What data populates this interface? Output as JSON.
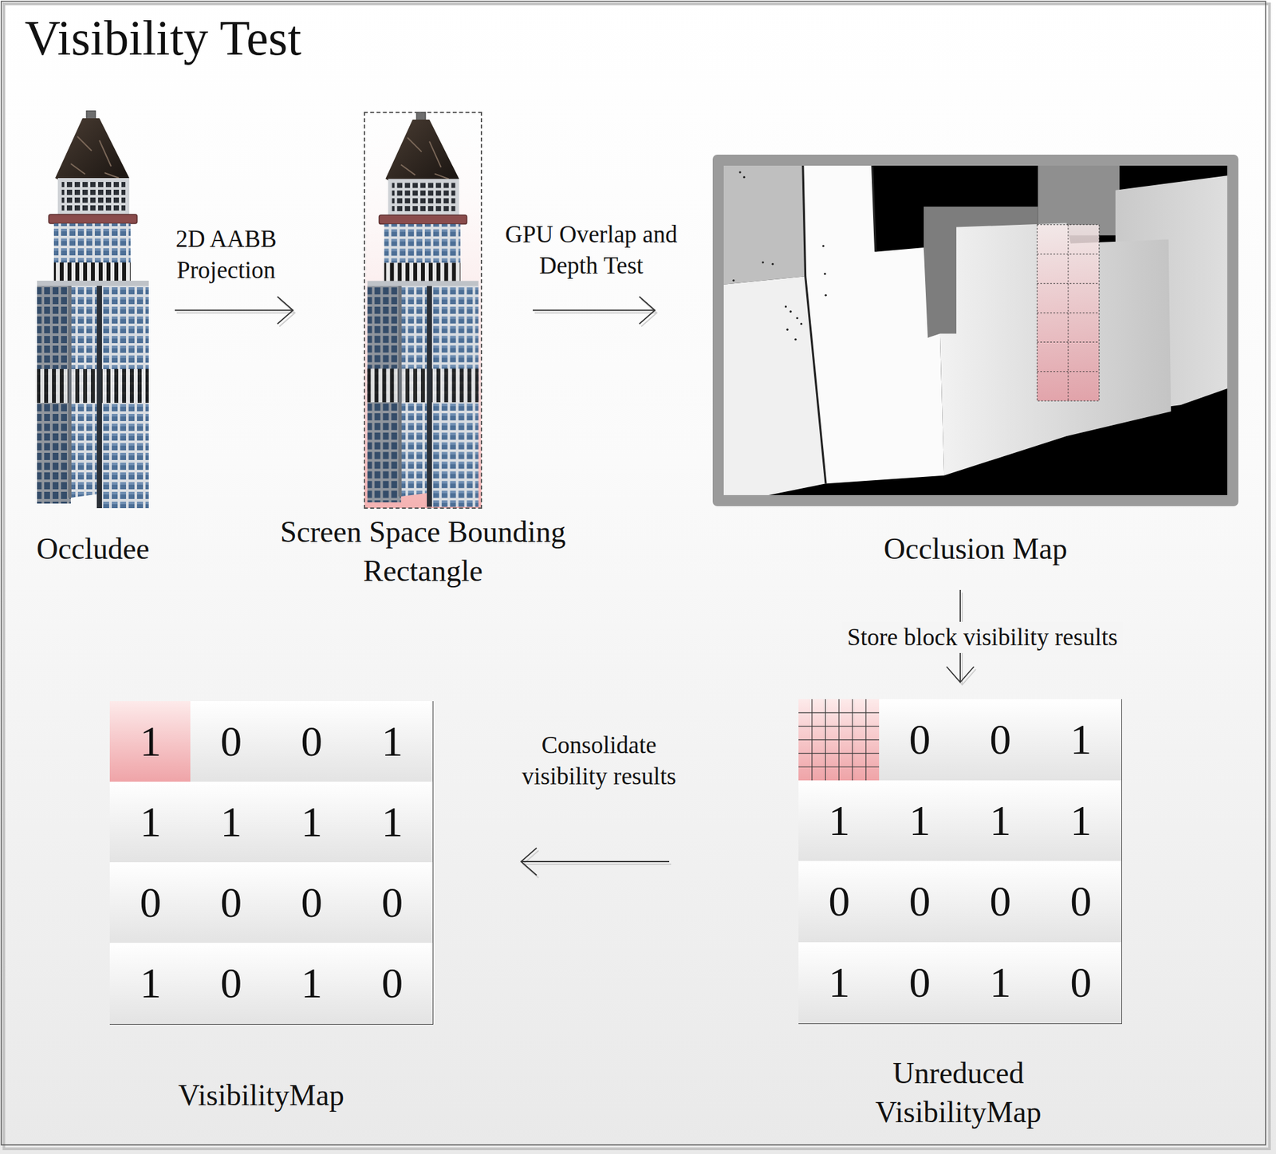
{
  "diagram": {
    "title": "Visibility Test",
    "nodes": [
      {
        "text": [
          "Occludee"
        ]
      },
      {
        "text": [
          "Screen Space Bounding Rectangle"
        ]
      },
      {
        "text": [
          "Occlusion Map"
        ]
      },
      {
        "text": [
          "Unreduced VisibilityMap"
        ]
      },
      {
        "text": [
          "VisibilityMap"
        ]
      }
    ],
    "edges": [
      {
        "from": 0,
        "to": 1,
        "arrow": "to",
        "label": "2D AABB Projection"
      },
      {
        "from": 1,
        "to": 2,
        "arrow": "to",
        "label": "GPU Overlap and Depth Test"
      },
      {
        "from": 2,
        "to": 3,
        "arrow": "to",
        "label": "Store block visibility results"
      },
      {
        "from": 3,
        "to": 4,
        "arrow": "to",
        "label": "Consolidate visibility results"
      }
    ],
    "labels": [
      "0",
      "0",
      "1",
      "1",
      "1",
      "1",
      "1",
      "0",
      "0",
      "0",
      "0",
      "1",
      "0",
      "1",
      "0",
      "1",
      "0",
      "0",
      "1",
      "1",
      "1",
      "1",
      "1",
      "0",
      "0",
      "0",
      "0",
      "1",
      "0",
      "1",
      "0"
    ]
  }
}
